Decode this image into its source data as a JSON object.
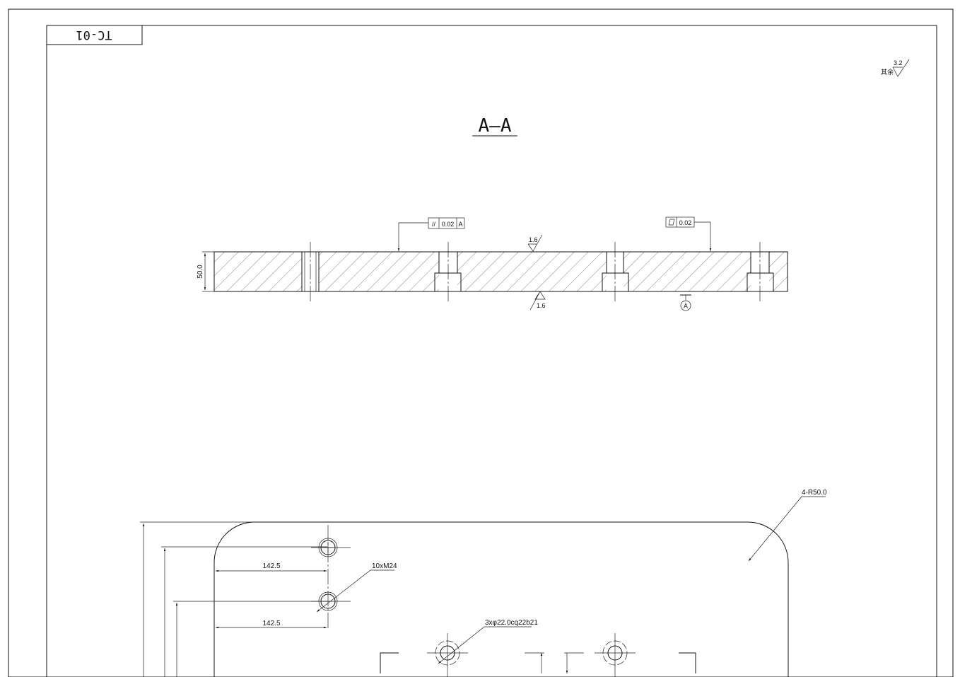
{
  "sheet": {
    "drawing_number": "TC-01"
  },
  "section": {
    "title": "A—A",
    "thickness_dim": "50.0",
    "roughness_top": "1.6",
    "roughness_bottom": "1.6",
    "datum_label": "A"
  },
  "roughness_note": {
    "prefix": "其余",
    "value": "3.2"
  },
  "tolerance": {
    "parallelism": {
      "symbol": "//",
      "value": "0.02",
      "datum": "A"
    },
    "flatness": {
      "symbol": "▱",
      "value": "0.02"
    }
  },
  "plan_view": {
    "corner_radius": "4-R50.0",
    "dim_1": "142.5",
    "dim_2": "142.5",
    "thread_callout": "10xM24",
    "counterbore_callout": "3xφ22.0cq22b21"
  }
}
